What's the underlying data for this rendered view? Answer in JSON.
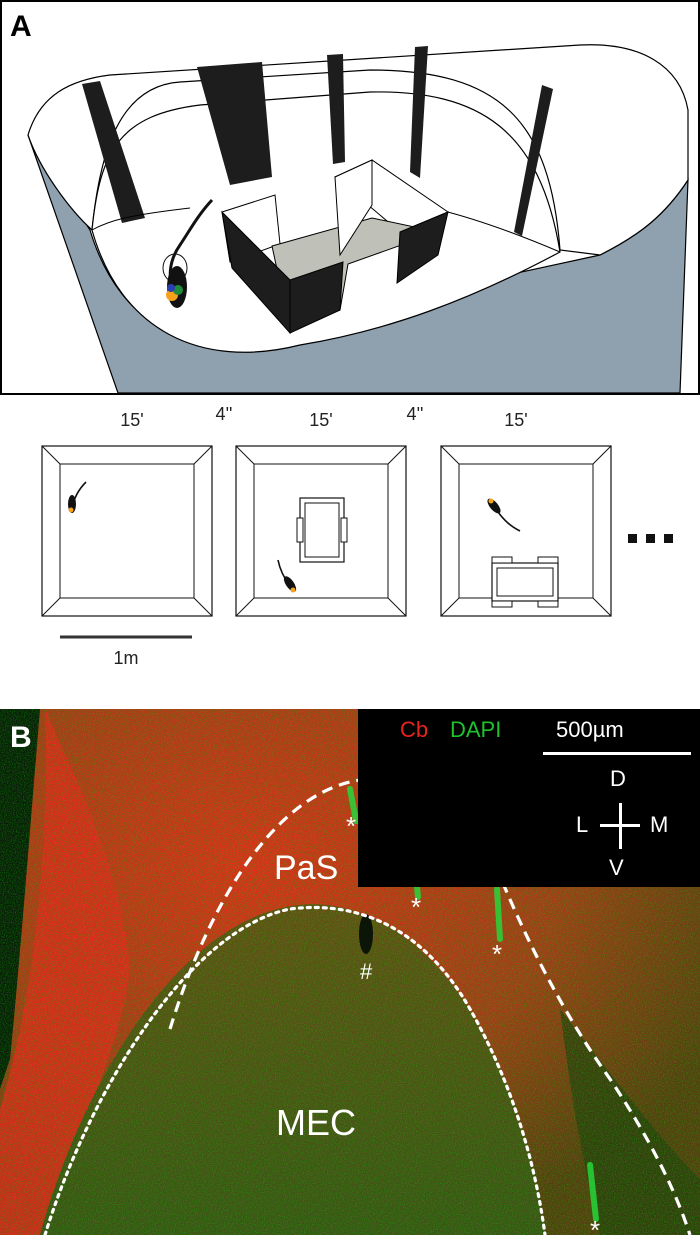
{
  "panel_a": {
    "letter": "A"
  },
  "timeline": {
    "durations": [
      "15'",
      "4''",
      "15'",
      "4''",
      "15'"
    ],
    "ellipsis": "▪ ▪ ▪",
    "scale_bar_label": "1m"
  },
  "panel_b": {
    "letter": "B",
    "legend_red": "Cb",
    "legend_green": "DAPI",
    "scale_label": "500µm",
    "compass": {
      "d": "D",
      "v": "V",
      "l": "L",
      "m": "M"
    },
    "region_upper": "PaS",
    "region_lower": "MEC",
    "marker_asterisk": "*",
    "marker_hash": "#"
  },
  "colors": {
    "wall_blue_gray": "#8fa1ae",
    "floor_gray": "#bfc0b8",
    "cb_red": "#e8231e",
    "dapi_green": "#1dc22d"
  }
}
